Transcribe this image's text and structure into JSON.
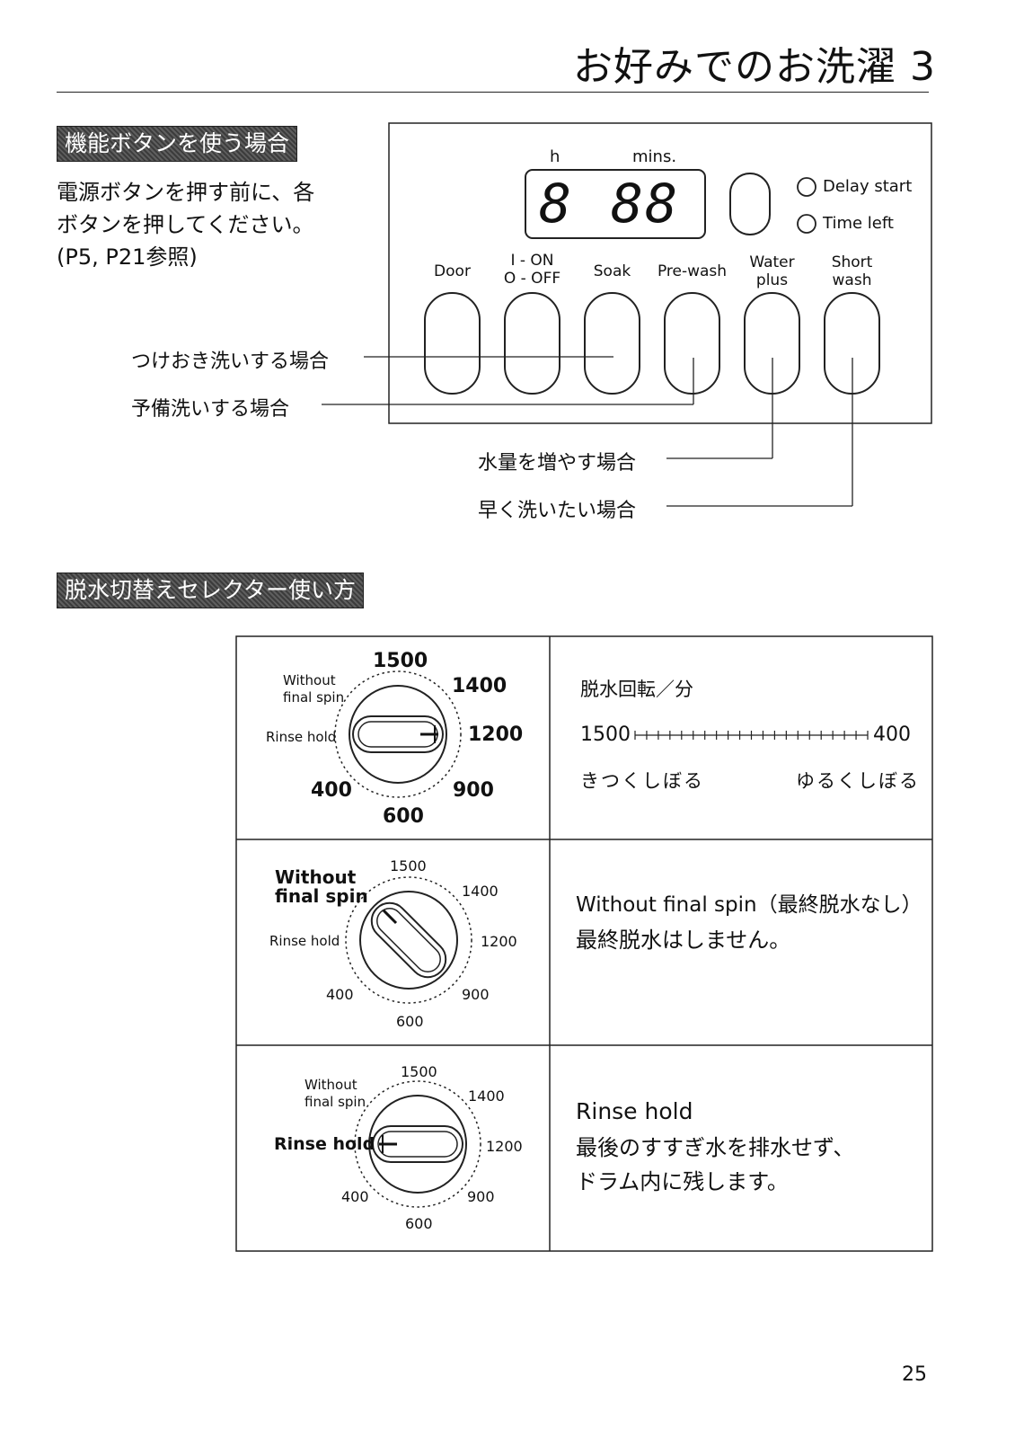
{
  "page": {
    "title": "お好みでのお洗濯 3",
    "number": "25"
  },
  "section1": {
    "heading": "機能ボタンを使う場合",
    "instruction": "電源ボタンを押す前に、各\nボタンを押してください。\n(P5, P21参照)",
    "callouts": {
      "soak": "つけおき洗いする場合",
      "prewash": "予備洗いする場合",
      "water_plus": "水量を増やす場合",
      "short_wash": "早く洗いたい場合"
    }
  },
  "panel": {
    "display_h_label": "h",
    "display_mins_label": "mins.",
    "display_hours": "8",
    "display_minutes": "88",
    "indicators": [
      "Delay start",
      "Time left"
    ],
    "buttons": [
      {
        "label": "Door"
      },
      {
        "label": "I - ON\nO - OFF"
      },
      {
        "label": "Soak"
      },
      {
        "label": "Pre-wash"
      },
      {
        "label": "Water\nplus"
      },
      {
        "label": "Short\nwash"
      }
    ]
  },
  "section2": {
    "heading": "脱水切替えセレクター使い方",
    "rows": [
      {
        "dial": {
          "p1500": "1500",
          "p1400": "1400",
          "p1200": "1200",
          "p900": "900",
          "p600": "600",
          "p400": "400",
          "rinse_hold": "Rinse hold",
          "without_l1": "Without",
          "without_l2": "final spin"
        },
        "selected": "1200",
        "text": {
          "title": "脱水回転／分",
          "scale_left": "1500",
          "scale_right": "400",
          "left_caption": "きつくしぼる",
          "right_caption": "ゆるくしぼる"
        }
      },
      {
        "dial": {
          "p1500": "1500",
          "p1400": "1400",
          "p1200": "1200",
          "p900": "900",
          "p600": "600",
          "p400": "400",
          "rinse_hold": "Rinse hold",
          "without_l1": "Without",
          "without_l2": "final spin"
        },
        "selected": "Without final spin",
        "text": {
          "line1": "Without final spin（最終脱水なし）",
          "line2": "最終脱水はしません。"
        }
      },
      {
        "dial": {
          "p1500": "1500",
          "p1400": "1400",
          "p1200": "1200",
          "p900": "900",
          "p600": "600",
          "p400": "400",
          "rinse_hold": "Rinse hold",
          "without_l1": "Without",
          "without_l2": "final spin"
        },
        "selected": "Rinse hold",
        "text": {
          "line1": "Rinse hold",
          "line2": "最後のすすぎ水を排水せず、",
          "line3": "ドラム内に残します。"
        }
      }
    ]
  }
}
